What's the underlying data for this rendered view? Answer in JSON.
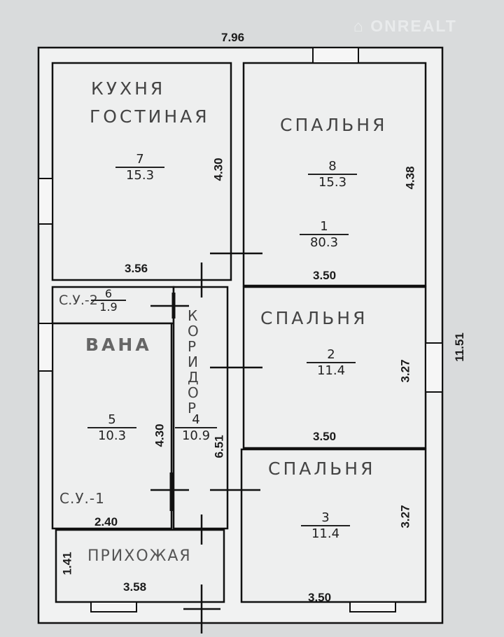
{
  "watermark": "ONREALT",
  "dimensions": {
    "total_width": "7.96",
    "total_height": "11.51",
    "kitchen_height": "4.30",
    "kitchen_width": "3.56",
    "bedroom1_height": "4.38",
    "bedroom1_width": "3.50",
    "bedroom2_height": "3.27",
    "bedroom2_width": "3.50",
    "bedroom3_height": "3.27",
    "bedroom3_width": "3.50",
    "bath_height": "4.30",
    "bath_width": "2.40",
    "corridor_length": "6.51",
    "hall_height": "1.41",
    "hall_width": "3.58"
  },
  "rooms": {
    "kitchen": {
      "label1": "КУХНЯ",
      "label2": "ГОСТИНАЯ",
      "number": "7",
      "area": "15.3"
    },
    "bedroom1": {
      "label": "СПАЛЬНЯ",
      "number": "8",
      "area": "15.3"
    },
    "total": {
      "number": "1",
      "area": "80.3"
    },
    "bedroom2": {
      "label": "СПАЛЬНЯ",
      "number": "2",
      "area": "11.4"
    },
    "bedroom3": {
      "label": "СПАЛЬНЯ",
      "number": "3",
      "area": "11.4"
    },
    "wc2": {
      "label": "С.У.-2",
      "number": "6",
      "area": "1.9"
    },
    "bath": {
      "label": "ВАНА",
      "number": "5",
      "area": "10.3",
      "wc_label": "С.У.-1"
    },
    "corridor": {
      "label": "КОРИДОР",
      "number": "4",
      "area": "10.9"
    },
    "hall": {
      "label": "ПРИХОЖАЯ"
    }
  }
}
